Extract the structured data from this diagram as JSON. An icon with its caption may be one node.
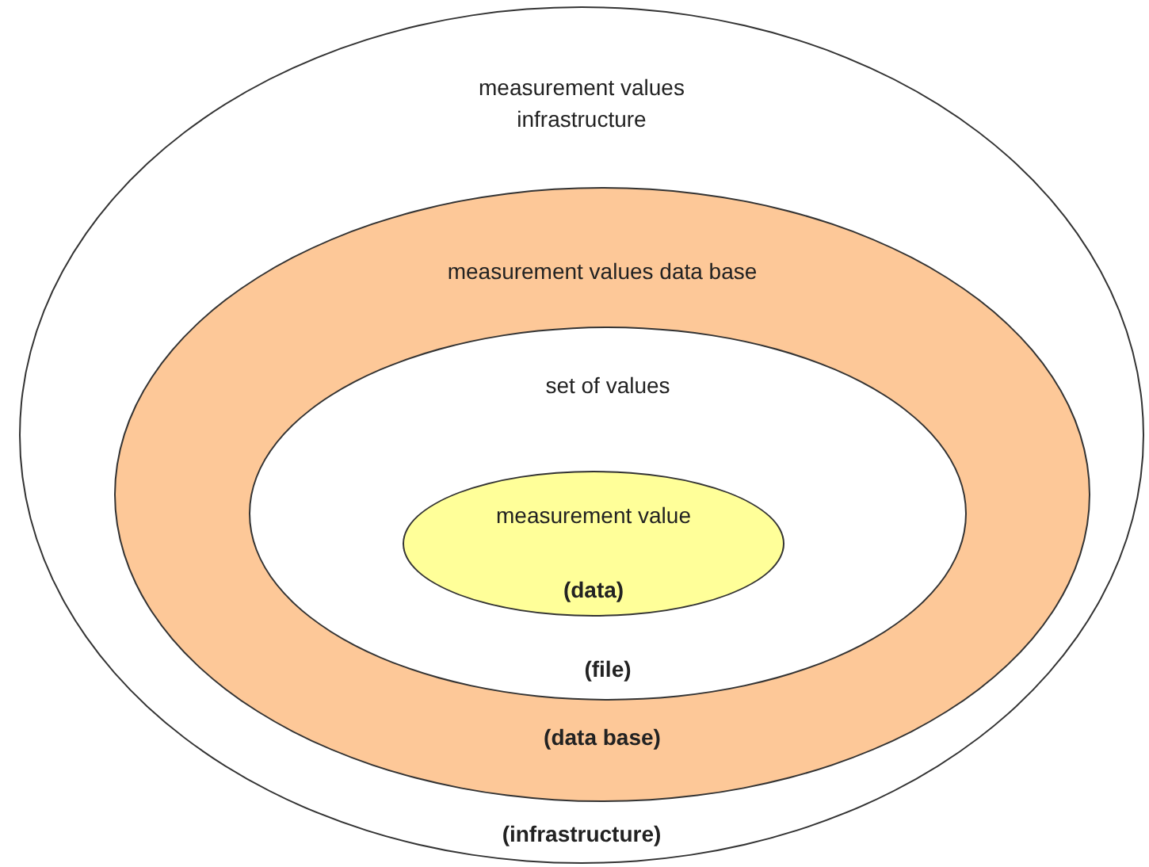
{
  "diagram": {
    "nodes": [
      {
        "text": [
          "measurement values infrastructure",
          "(infrastructure)"
        ]
      },
      {
        "text": [
          "measurement values data base",
          "(data base)"
        ],
        "in": 0
      },
      {
        "text": [
          "set of values",
          "(file)"
        ],
        "in": 1
      },
      {
        "text": [
          "measurement value",
          "(data)"
        ],
        "in": 2
      }
    ]
  }
}
